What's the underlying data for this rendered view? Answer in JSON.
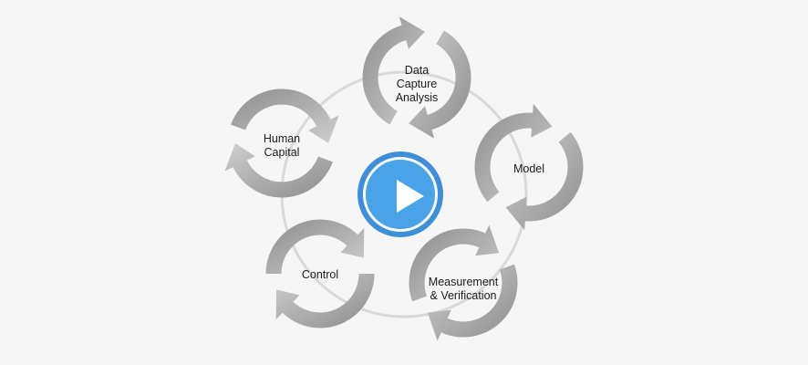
{
  "diagram": {
    "nodes": [
      {
        "id": "data-capture-analysis",
        "lines": [
          "Data",
          "Capture",
          "Analysis"
        ]
      },
      {
        "id": "model",
        "lines": [
          "Model"
        ]
      },
      {
        "id": "measurement-verification",
        "lines": [
          "Measurement",
          "& Verification"
        ]
      },
      {
        "id": "control",
        "lines": [
          "Control"
        ]
      },
      {
        "id": "human-capital",
        "lines": [
          "Human",
          "Capital"
        ]
      }
    ],
    "center_button": {
      "icon": "play-icon"
    }
  },
  "colors": {
    "background": "#f6f6f6",
    "cycle_arrow_light": "#c4c4c4",
    "cycle_arrow_dark": "#8a8a8a",
    "connector_ring": "#d9d9d9",
    "play_button": "#4aa3e6",
    "play_button_edge": "#3f8fd8",
    "label_text": "#1a1a1a"
  }
}
